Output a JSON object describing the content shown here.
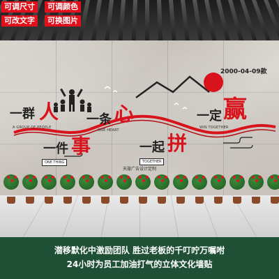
{
  "tags": {
    "resize": "可调尺寸",
    "recolor": "可调颜色",
    "edit_text": "可改文字",
    "swap_image": "可换图片"
  },
  "date_code": "2000-04-09款",
  "slogans": {
    "s1_dark": "一群",
    "s1_red": "人",
    "s1_sub": "A GROUP OF PEOPLE",
    "s2_dark": "一条",
    "s2_red": "心",
    "s2_sub": "ONE HEART",
    "s3_dark": "一定",
    "s3_red": "赢",
    "s3_sub": "WIN TOGETHER",
    "s4_dark": "一件",
    "s4_red": "事",
    "s4_sub": "ONE THING",
    "s5_dark": "一起",
    "s5_red": "拼",
    "s5_sub": "TOGETHER"
  },
  "credit": "天璇广告设计定制",
  "caption": {
    "line1": "潜移默化中激励团队 胜过老板的千叮咛万嘱咐",
    "line2": "24小时为员工加油打气的立体文化墙贴"
  },
  "colors": {
    "accent_red": "#d8131c",
    "caption_bg": "#1f4f35"
  }
}
